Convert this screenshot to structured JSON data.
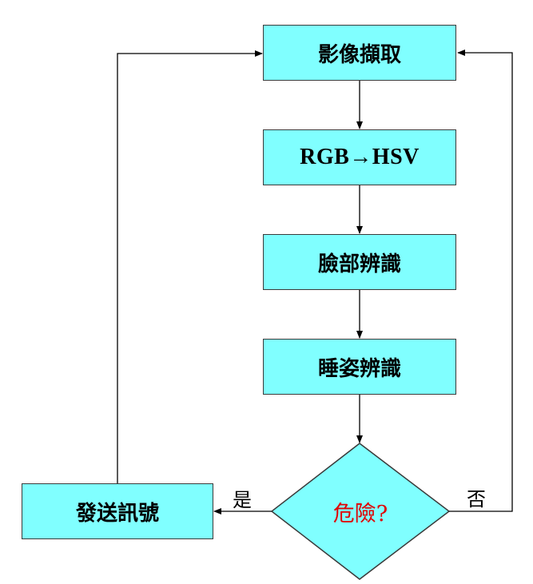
{
  "colors": {
    "box_fill": "#80ffff",
    "box_border": "#3a3a3a",
    "decision_text": "#e00000",
    "line": "#000000"
  },
  "nodes": {
    "capture": "影像擷取",
    "rgb_hsv": "RGB→HSV",
    "face": "臉部辨識",
    "posture": "睡姿辨識",
    "danger": "危險?",
    "send": "發送訊號"
  },
  "edge_labels": {
    "yes": "是",
    "no": "否"
  }
}
